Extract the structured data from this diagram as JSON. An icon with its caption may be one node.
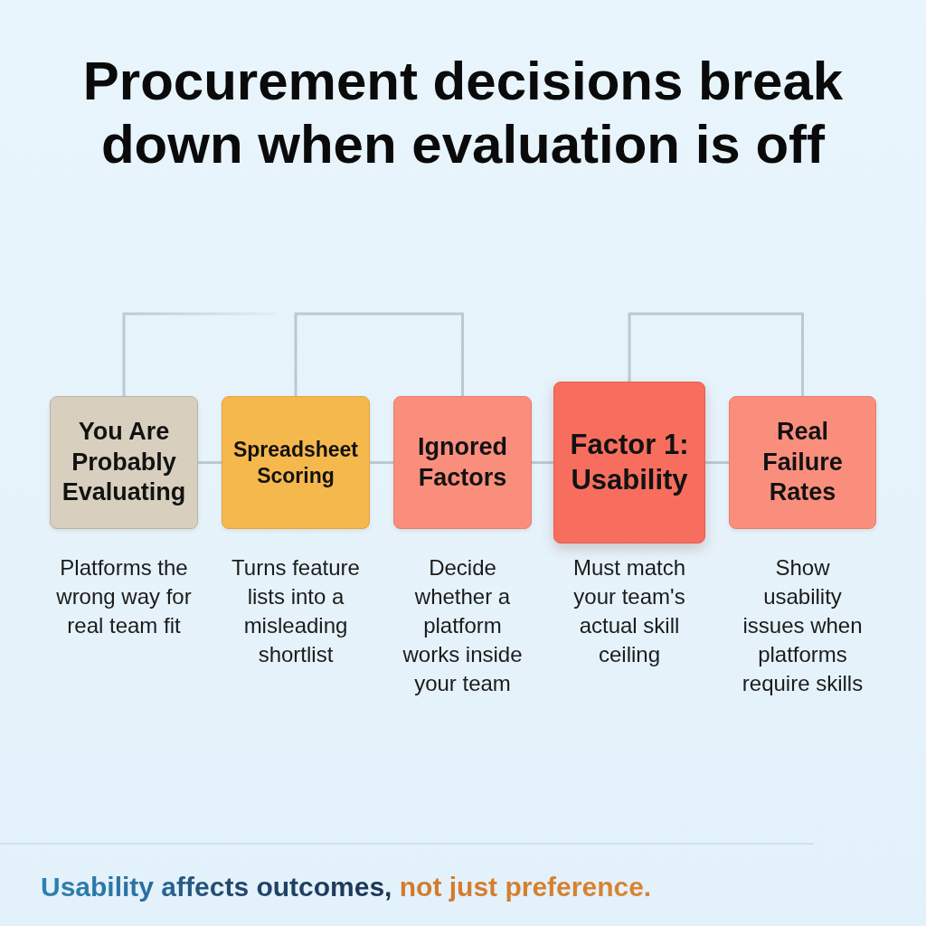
{
  "diagram": {
    "title": "Procurement decisions break down when evaluation is off",
    "nodes": [
      {
        "text": [
          "You Are Probably Evaluating"
        ],
        "beside": [
          "Platforms the wrong way for real team fit"
        ]
      },
      {
        "text": [
          "Spreadsheet Scoring"
        ],
        "beside": [
          "Turns feature lists into a misleading shortlist"
        ]
      },
      {
        "text": [
          "Ignored Factors"
        ],
        "beside": [
          "Decide whether a platform works inside your team"
        ]
      },
      {
        "text": [
          "Factor 1: Usability"
        ],
        "beside": [
          "Must match your team's actual skill ceiling"
        ]
      },
      {
        "text": [
          "Real Failure Rates"
        ],
        "beside": [
          "Show usability issues when platforms require skills"
        ]
      }
    ],
    "edges": [
      {
        "from": 0,
        "to": 1,
        "arrow": "none"
      },
      {
        "from": 1,
        "to": 2,
        "arrow": "none"
      },
      {
        "from": 2,
        "to": 3,
        "arrow": "none"
      },
      {
        "from": 3,
        "to": 4,
        "arrow": "none"
      },
      {
        "from": 1,
        "to": 2,
        "arrow": "none"
      },
      {
        "from": 3,
        "to": 4,
        "arrow": "none"
      },
      {
        "from": 0,
        "to": null,
        "arrow": "none"
      }
    ],
    "caption": "Usability affects outcomes, not just preference."
  }
}
